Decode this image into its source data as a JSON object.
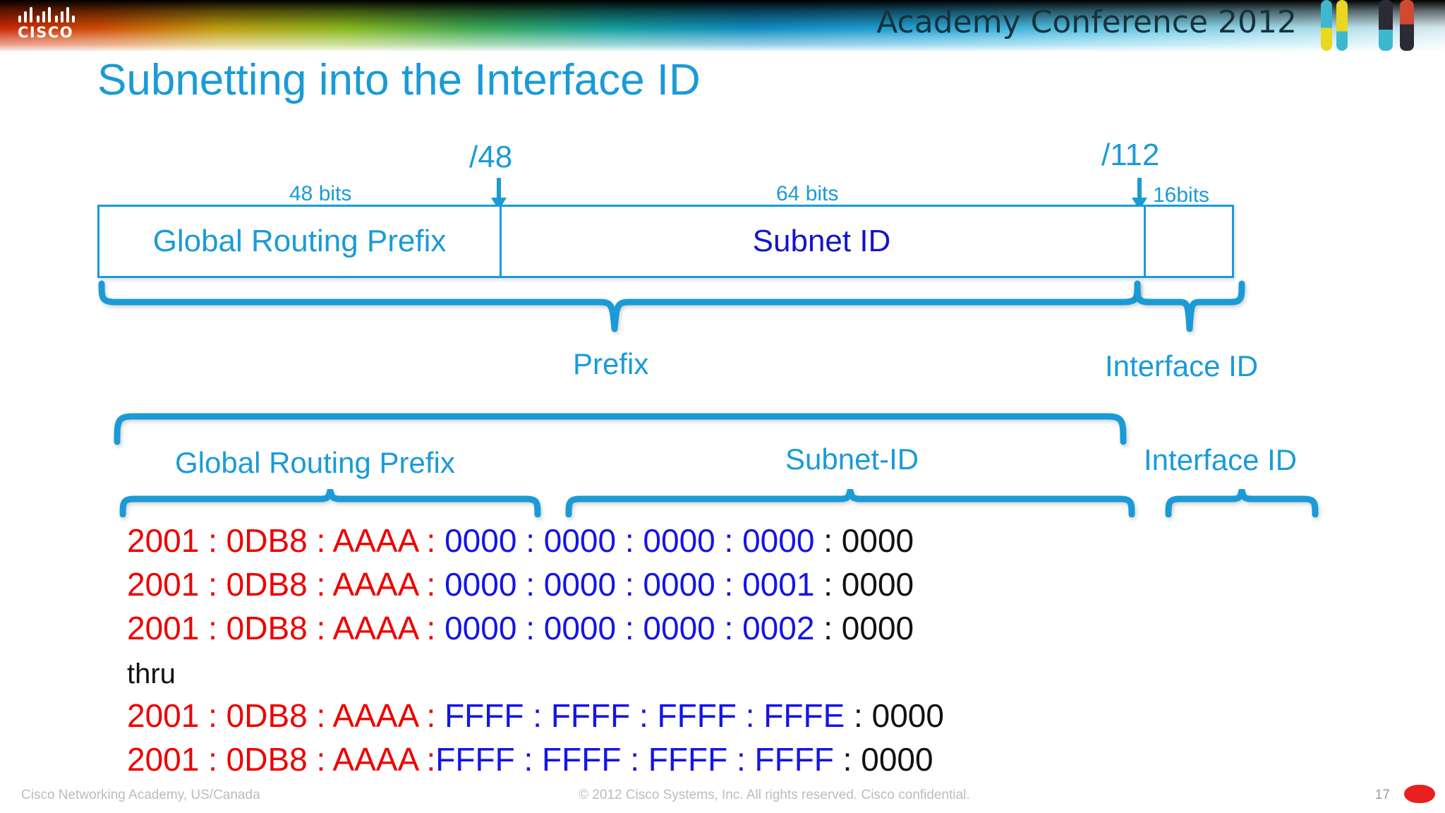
{
  "header": {
    "brand": "CISCO",
    "conference_title": "Academy Conference 2012",
    "accent_color": "#1a9bd7"
  },
  "slide": {
    "title": "Subnetting into the Interface ID",
    "page_number": "17"
  },
  "bitfield": {
    "prefix_markers": {
      "slash_48": "/48",
      "slash_112": "/112"
    },
    "bit_widths": [
      {
        "label": "48 bits"
      },
      {
        "label": "64 bits"
      },
      {
        "label": "16bits"
      }
    ],
    "cells": [
      {
        "label": "Global Routing Prefix",
        "color": "#1a9bd7"
      },
      {
        "label": "Subnet ID",
        "color": "#1414cc"
      },
      {
        "label": "",
        "color": "#1a9bd7"
      }
    ],
    "braces": {
      "prefix": "Prefix",
      "interface_id": "Interface ID"
    }
  },
  "breakdown": {
    "groups": [
      {
        "label": "Global Routing Prefix"
      },
      {
        "label": "Subnet-ID"
      },
      {
        "label": "Interface ID"
      }
    ]
  },
  "addresses": {
    "separator": " : ",
    "rows": [
      {
        "type": "address",
        "red": "2001 : 0DB8 : AAAA : ",
        "blue": "0000 : 0000 : 0000 : 0000",
        "black": " : 0000"
      },
      {
        "type": "address",
        "red": "2001 : 0DB8 : AAAA : ",
        "blue": "0000 : 0000 : 0000 : 0001",
        "black": " : 0000"
      },
      {
        "type": "address",
        "red": "2001 : 0DB8 : AAAA : ",
        "blue": "0000 : 0000 : 0000 : 0002",
        "black": " : 0000"
      },
      {
        "type": "text",
        "text": "thru"
      },
      {
        "type": "address",
        "red": "2001 : 0DB8 : AAAA : ",
        "blue": "FFFF : FFFF : FFFF : FFFE",
        "black": " : 0000"
      },
      {
        "type": "address",
        "red": "2001 : 0DB8 : AAAA :",
        "blue": "FFFF : FFFF : FFFF : FFFF",
        "black": " : 0000"
      }
    ],
    "colors": {
      "prefix": "#ee0000",
      "subnet": "#1414e8",
      "interface": "#111111"
    }
  },
  "footer": {
    "left": "Cisco Networking Academy, US/Canada",
    "center": "© 2012 Cisco Systems, Inc. All rights reserved. Cisco confidential.",
    "page": "17"
  }
}
